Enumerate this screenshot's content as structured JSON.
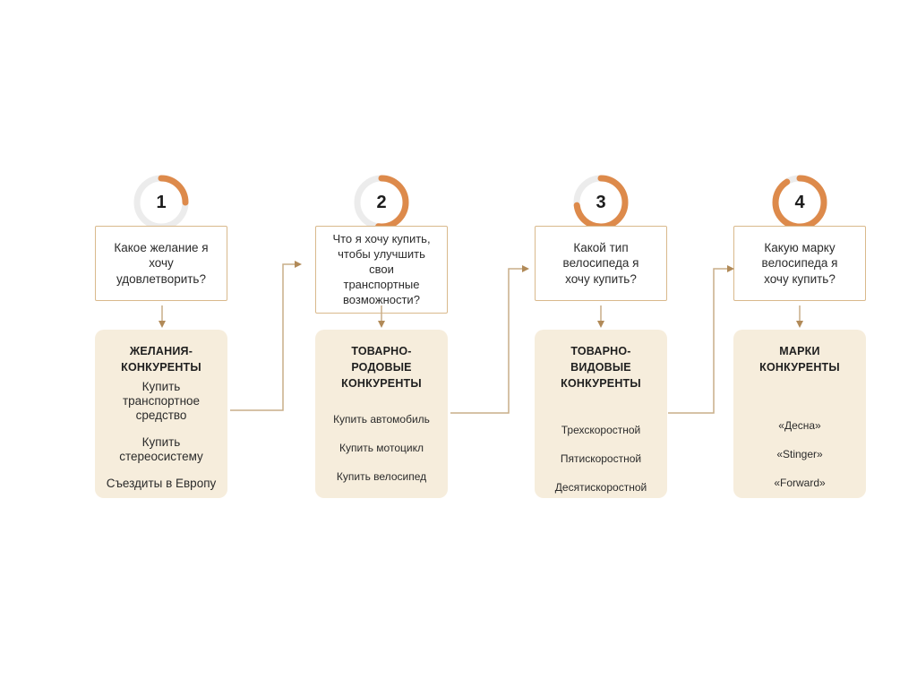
{
  "colors": {
    "page_bg": "#ffffff",
    "accent": "#dd8a4b",
    "ring": "#ececec",
    "card_bg": "#f6eddc",
    "question_border": "#d9b98c",
    "connector": "#c9ae88",
    "connector_head": "#b18a58",
    "text": "#2b2b2b"
  },
  "steps": [
    {
      "number": "1",
      "progress_percent": 25,
      "question": "Какое желание я хочу удовлетворить?",
      "card": {
        "title": "ЖЕЛАНИЯ-КОНКУРЕНТЫ",
        "items": [
          "Купить транспортное средство",
          "Купить стереосистему",
          "Съездиты в Европу"
        ]
      }
    },
    {
      "number": "2",
      "progress_percent": 52,
      "question": "Что я хочу купить, чтобы улучшить свои транспортные возможности?",
      "card": {
        "title": "ТОВАРНО-РОДОВЫЕ КОНКУРЕНТЫ",
        "items": [
          "Купить автомобиль",
          "Купить мотоцикл",
          "Купить велосипед"
        ]
      }
    },
    {
      "number": "3",
      "progress_percent": 73,
      "question": "Какой тип велосипеда я хочу купить?",
      "card": {
        "title": "ТОВАРНО-ВИДОВЫЕ КОНКУРЕНТЫ",
        "items": [
          "Трехскоростной",
          "Пятискоростной",
          "Десятискоростной"
        ]
      }
    },
    {
      "number": "4",
      "progress_percent": 91,
      "question": "Какую марку велосипеда я хочу купить?",
      "card": {
        "title": "МАРКИ КОНКУРЕНТЫ",
        "items": [
          "«Десна»",
          "«Stinger»",
          "«Forward»"
        ]
      }
    }
  ]
}
